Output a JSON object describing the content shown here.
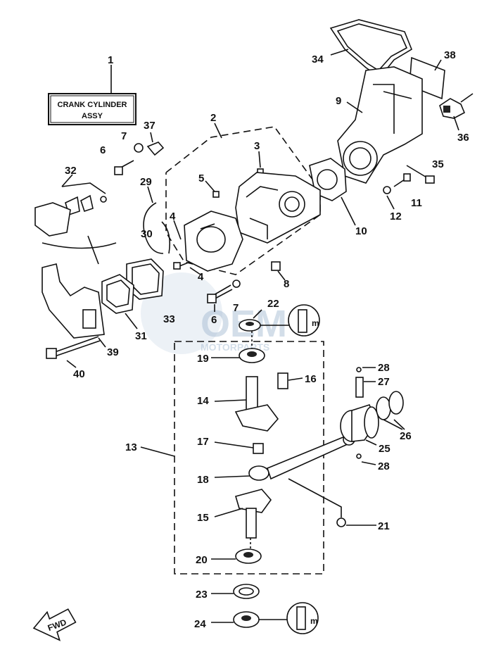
{
  "title_box": {
    "line1": "CRANK CYLINDER",
    "line2": "ASSY"
  },
  "watermark": {
    "main": "OEM",
    "sub": "MOTORPARTS",
    "color": "#9fb7cf"
  },
  "fwd_label": "FWD",
  "callouts": {
    "c1": "1",
    "c2": "2",
    "c3": "3",
    "c4a": "4",
    "c4b": "4",
    "c5": "5",
    "c6a": "6",
    "c6b": "6",
    "c7a": "7",
    "c7b": "7",
    "c8": "8",
    "c9": "9",
    "c10": "10",
    "c11": "11",
    "c12": "12",
    "c13": "13",
    "c14": "14",
    "c15": "15",
    "c16": "16",
    "c17": "17",
    "c18": "18",
    "c19": "19",
    "c20": "20",
    "c21": "21",
    "c22": "22",
    "c23": "23",
    "c24": "24",
    "c25": "25",
    "c26": "26",
    "c27": "27",
    "c28a": "28",
    "c28b": "28",
    "c29": "29",
    "c30": "30",
    "c31": "31",
    "c32": "32",
    "c33": "33",
    "c34": "34",
    "c35": "35",
    "c36": "36",
    "c37": "37",
    "c38": "38",
    "c39": "39",
    "c40": "40"
  }
}
